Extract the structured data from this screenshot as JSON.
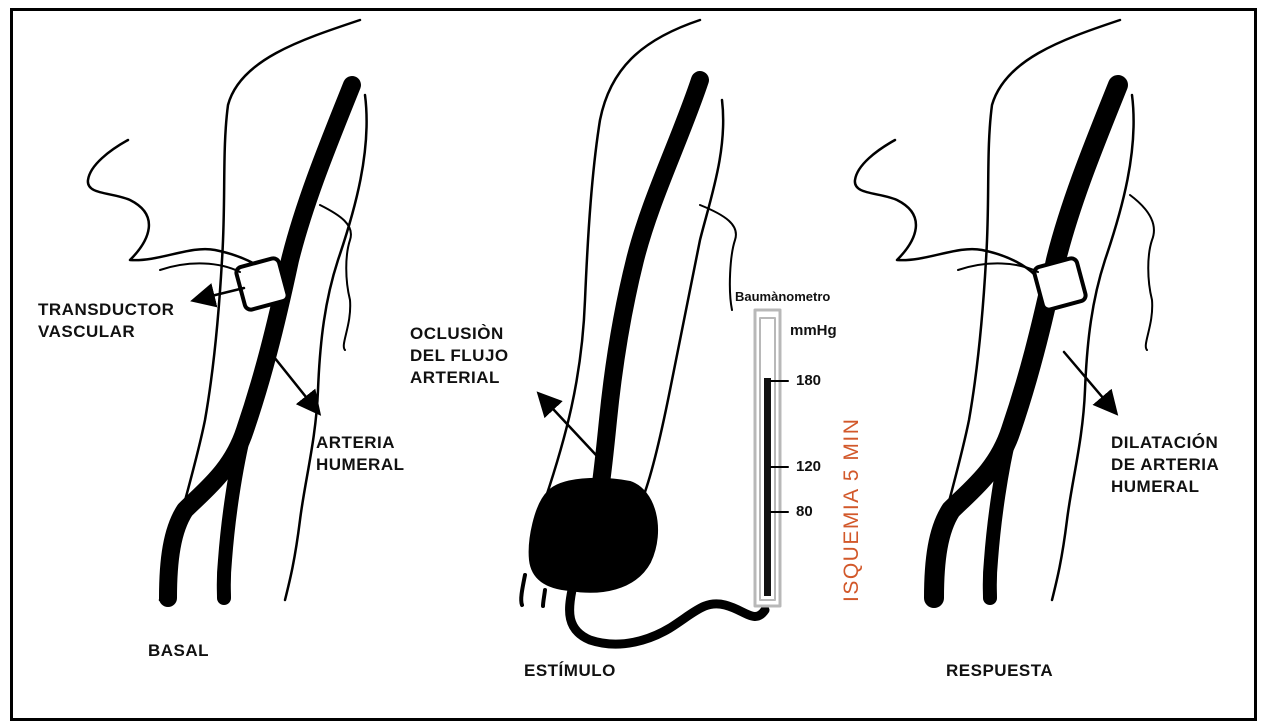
{
  "panels": {
    "basal": {
      "caption": "BASAL",
      "transducer_label": "TRANSDUCTOR\nVASCULAR",
      "artery_label": "ARTERIA\nHUMERAL"
    },
    "estimulo": {
      "caption": "ESTÍMULO",
      "occlusion_label": "OCLUSIÒN\nDEL FLUJO\nARTERIAL",
      "gauge_title": "Baumànometro",
      "gauge_unit": "mmHg",
      "gauge_ticks": [
        "180",
        "120",
        "80"
      ],
      "ischemia_label": "ISQUEMIA 5 MIN"
    },
    "respuesta": {
      "caption": "RESPUESTA",
      "dilation_label": "DILATACIÓN\nDE ARTERIA\nHUMERAL"
    }
  },
  "colors": {
    "ink": "#000000",
    "ischemia_text": "#d2582a",
    "gauge_frame": "#b8b8b8"
  }
}
